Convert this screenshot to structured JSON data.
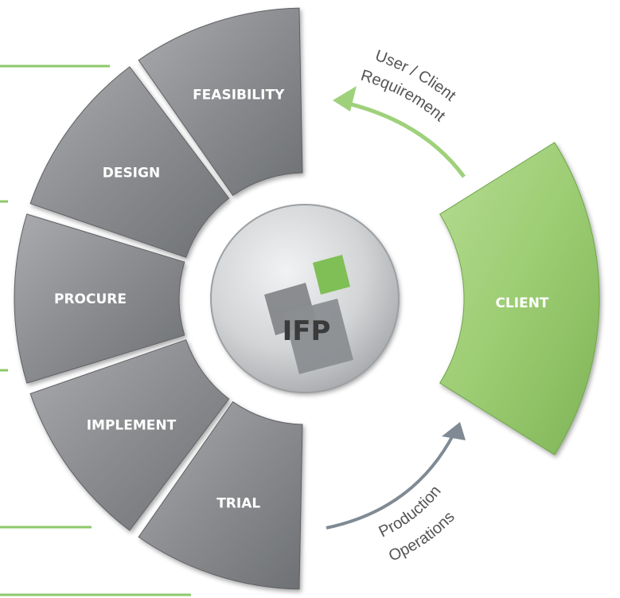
{
  "diagram": {
    "center_label": "IFP",
    "segments": [
      {
        "key": "feasibility",
        "label": "FEASIBILITY"
      },
      {
        "key": "design",
        "label": "DESIGN"
      },
      {
        "key": "procure",
        "label": "PROCURE"
      },
      {
        "key": "implement",
        "label": "IMPLEMENT"
      },
      {
        "key": "trial",
        "label": "TRIAL"
      }
    ],
    "client_label": "CLIENT",
    "top_arrow": {
      "line1": "User / Client",
      "line2": "Requirement"
    },
    "bottom_arrow": {
      "line1": "Production",
      "line2": "Operations"
    }
  },
  "colors": {
    "segment_gray": "#8a8c8f",
    "segment_gray_light": "#a4a6a9",
    "segment_gray_dark": "#6b6d70",
    "client_green": "#9ccc72",
    "client_green_dark": "#7bb051",
    "arrow_green": "#9fd17b",
    "arrow_gray": "#7f8a94",
    "accent_line_green": "#8ec86a"
  }
}
